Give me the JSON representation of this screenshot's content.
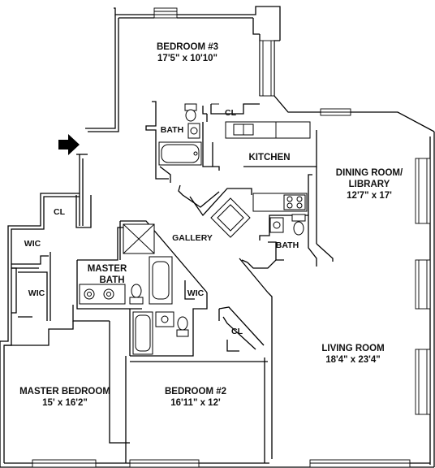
{
  "rooms": {
    "bedroom3": {
      "name": "BEDROOM #3",
      "dims": "17'5\" x 10'10\""
    },
    "bath_upper": {
      "name": "BATH"
    },
    "cl_upper": {
      "name": "CL"
    },
    "kitchen": {
      "name": "KITCHEN"
    },
    "dining": {
      "name_line1": "DINING ROOM/",
      "name_line2": "LIBRARY",
      "dims": "12'7\" x 17'"
    },
    "cl_left": {
      "name": "CL"
    },
    "wic_upper": {
      "name": "WIC"
    },
    "wic_lower": {
      "name": "WIC"
    },
    "gallery": {
      "name": "GALLERY"
    },
    "bath_mid": {
      "name": "BATH"
    },
    "master_bath": {
      "name_line1": "MASTER",
      "name_line2": "BATH"
    },
    "wic_mid": {
      "name": "WIC"
    },
    "cl_lower": {
      "name": "CL"
    },
    "living": {
      "name": "LIVING ROOM",
      "dims": "18'4\" x 23'4\""
    },
    "master_bed": {
      "name": "MASTER BEDROOM",
      "dims": "15' x 16'2\""
    },
    "bedroom2": {
      "name": "BEDROOM #2",
      "dims": "16'11\" x 12'"
    }
  },
  "colors": {
    "wall": "#000000",
    "background": "#ffffff",
    "arrow": "#000000"
  }
}
